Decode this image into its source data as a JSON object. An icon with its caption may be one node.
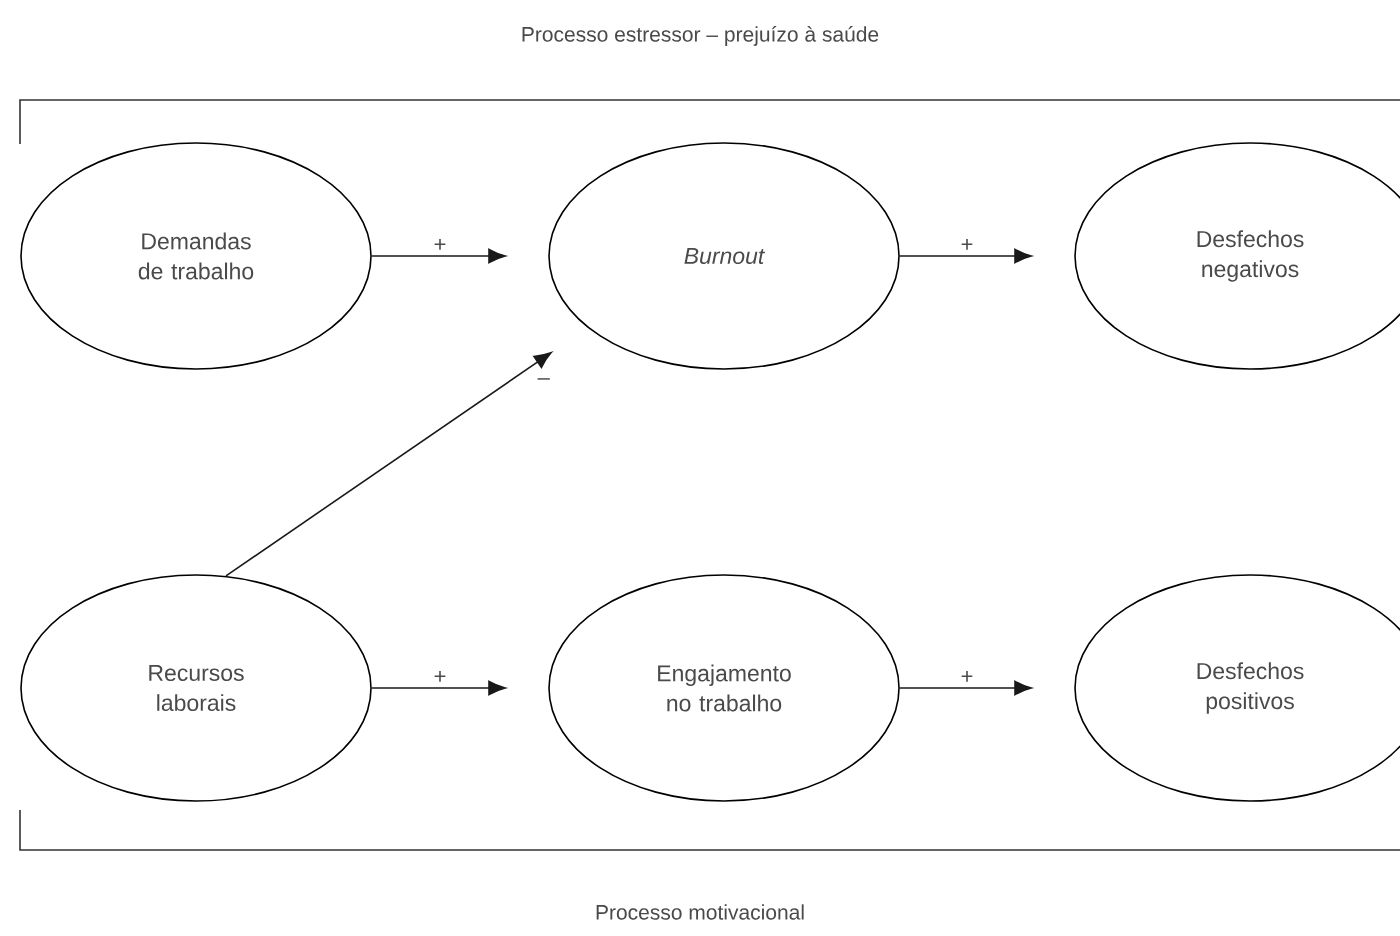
{
  "diagram": {
    "nodes": [
      {
        "text": [
          "Demandas de trabalho"
        ]
      },
      {
        "text": [
          "Burnout"
        ]
      },
      {
        "text": [
          "Desfechos negativos"
        ]
      },
      {
        "text": [
          "Recursos laborais"
        ]
      },
      {
        "text": [
          "Engajamento no trabalho"
        ]
      },
      {
        "text": [
          "Desfechos positivos"
        ]
      }
    ],
    "edges": [
      {
        "from": 0,
        "to": 1,
        "arrow": "to",
        "label": "+"
      },
      {
        "from": 1,
        "to": 2,
        "arrow": "to",
        "label": "+"
      },
      {
        "from": 3,
        "to": 1,
        "arrow": "to",
        "label": "–"
      },
      {
        "from": 3,
        "to": 4,
        "arrow": "to",
        "label": "+"
      },
      {
        "from": 4,
        "to": 5,
        "arrow": "to",
        "label": "+"
      }
    ],
    "labels": [
      "Processo estressor – prejuízo à saúde",
      "Processo motivacional"
    ]
  }
}
